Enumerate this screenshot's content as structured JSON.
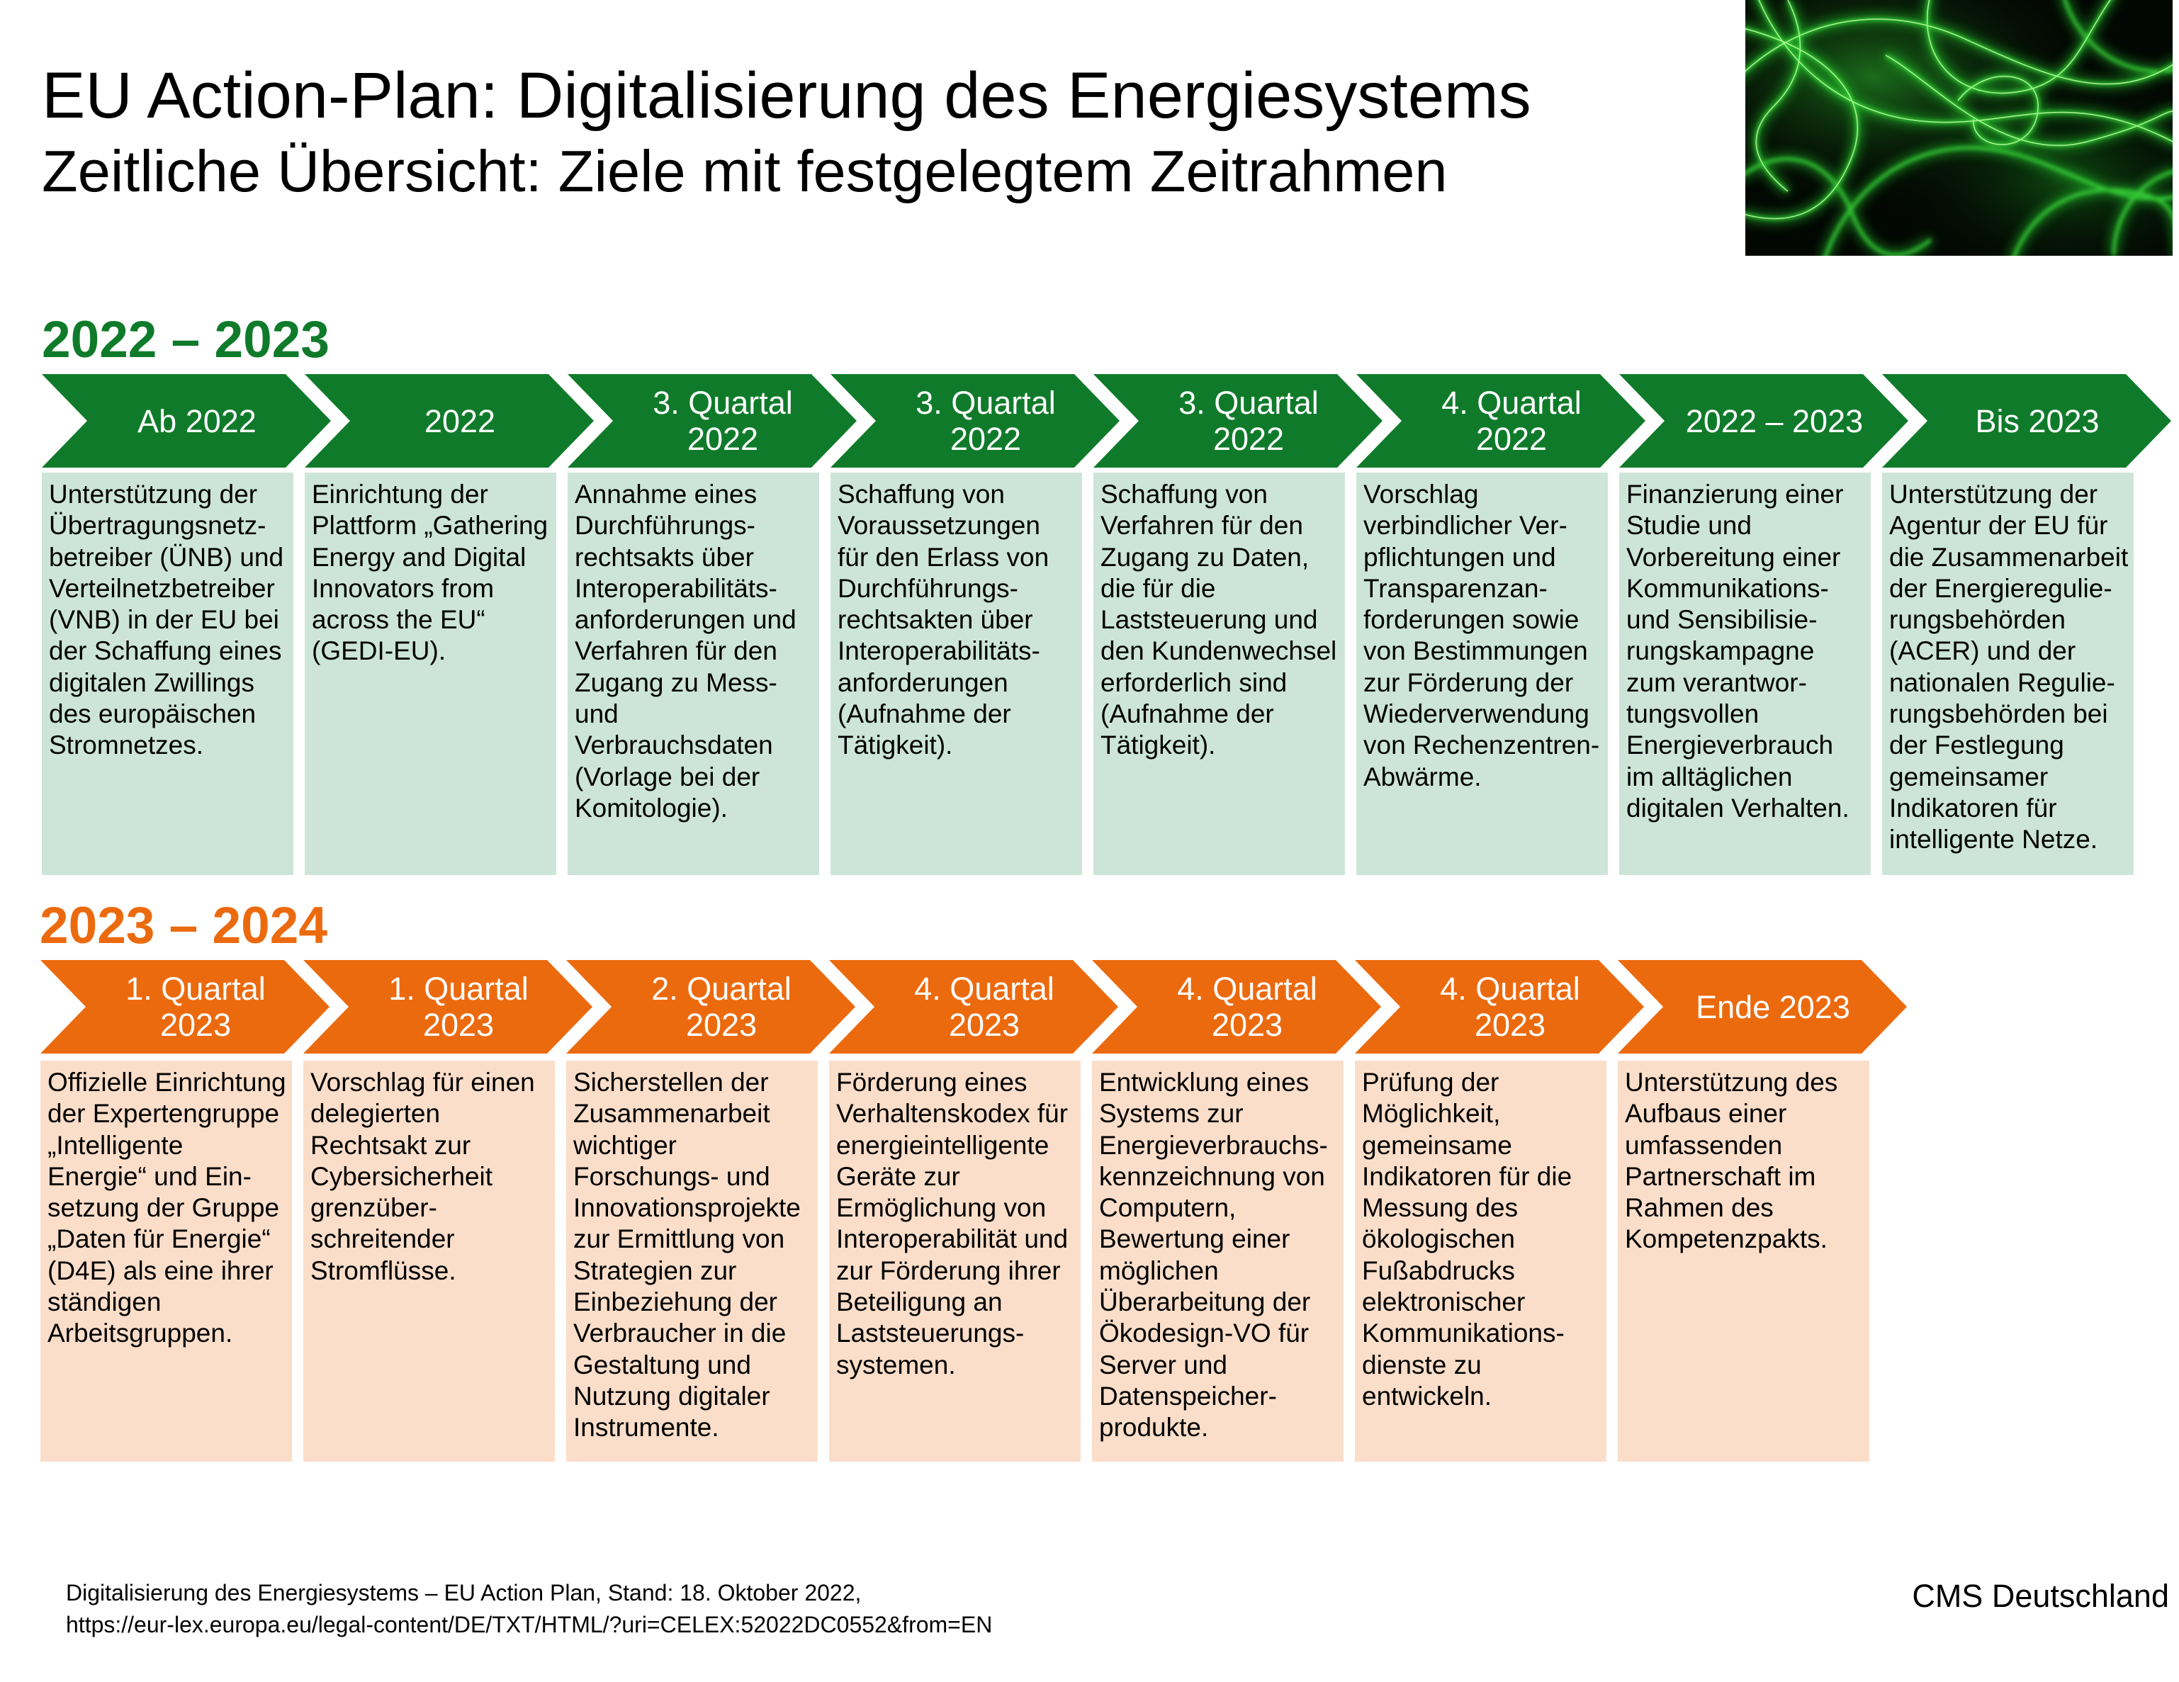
{
  "colors": {
    "green": "#0f7b2a",
    "green_light": "#cde5d9",
    "orange": "#ec6a0e",
    "orange_light": "#fbdec9"
  },
  "header": {
    "title": "EU Action-Plan: Digitalisierung des Energiesystems",
    "subtitle": "Zeitliche Übersicht: Ziele mit festgelegtem Zeitrahmen"
  },
  "timelines": [
    {
      "heading": "2022 – 2023",
      "items": [
        {
          "period": "Ab 2022",
          "text": "Unterstützung der\nÜbertragungsnetz-\nbetreiber (ÜNB) und\nVerteilnetzbetreiber\n(VNB) in der EU bei\nder Schaffung eines\ndigitalen Zwillings\ndes europäischen\nStromnetzes."
        },
        {
          "period": "2022",
          "text": "Einrichtung der\nPlattform „Gathering\nEnergy and Digital\nInnovators from\nacross the EU“\n(GEDI-EU)."
        },
        {
          "period": "3. Quartal\n2022",
          "text": "Annahme eines\nDurchführungs-\nrechtsakts über\nInteroperabilitäts-\nanforderungen und\nVerfahren für den\nZugang zu Mess-\nund\nVerbrauchsdaten\n(Vorlage bei der\nKomitologie)."
        },
        {
          "period": "3. Quartal\n2022",
          "text": "Schaffung von\nVoraussetzungen\nfür den Erlass von\nDurchführungs-\nrechtsakten über\nInteroperabilitäts-\nanforderungen\n(Aufnahme der\nTätigkeit)."
        },
        {
          "period": "3. Quartal\n2022",
          "text": "Schaffung von\nVerfahren für den\nZugang zu Daten,\ndie für die\nLaststeuerung und\nden Kundenwechsel\nerforderlich sind\n(Aufnahme der\nTätigkeit)."
        },
        {
          "period": "4. Quartal\n2022",
          "text": "Vorschlag\nverbindlicher Ver-\npflichtungen und\nTransparenzan-\nforderungen sowie\nvon Bestimmungen\nzur Förderung der\nWiederverwendung\nvon Rechenzentren-\nAbwärme."
        },
        {
          "period": "2022 – 2023",
          "text": "Finanzierung einer\nStudie und\nVorbereitung einer\nKommunikations-\nund Sensibilisie-\nrungskampagne\nzum verantwor-\ntungsvollen\nEnergieverbrauch\nim alltäglichen\ndigitalen Verhalten."
        },
        {
          "period": "Bis 2023",
          "text": "Unterstützung der\nAgentur der EU für\ndie Zusammenarbeit\nder Energieregulie-\nrungsbehörden\n(ACER) und der\nnationalen Regulie-\nrungsbehörden bei\nder Festlegung\ngemeinsamer\nIndikatoren für\nintelligente Netze."
        }
      ]
    },
    {
      "heading": "2023 – 2024",
      "items": [
        {
          "period": "1. Quartal\n2023",
          "text": "Offizielle Einrichtung\nder Expertengruppe\n„Intelligente\nEnergie“ und Ein-\nsetzung der Gruppe\n„Daten für Energie“\n(D4E) als eine ihrer\nständigen\nArbeitsgruppen."
        },
        {
          "period": "1. Quartal\n2023",
          "text": "Vorschlag für einen\ndelegierten\nRechtsakt zur\nCybersicherheit\ngrenzüber-\nschreitender\nStromflüsse."
        },
        {
          "period": "2. Quartal\n2023",
          "text": "Sicherstellen der\nZusammenarbeit\nwichtiger\nForschungs- und\nInnovationsprojekte\nzur Ermittlung von\nStrategien zur\nEinbeziehung der\nVerbraucher in die\nGestaltung und\nNutzung digitaler\nInstrumente."
        },
        {
          "period": "4. Quartal\n2023",
          "text": "Förderung eines\nVerhaltenskodex für\nenergieintelligente\nGeräte zur\nErmöglichung von\nInteroperabilität und\nzur Förderung ihrer\nBeteiligung an\nLaststeuerungs-\nsystemen."
        },
        {
          "period": "4. Quartal\n2023",
          "text": "Entwicklung eines\nSystems zur\nEnergieverbrauchs-\nkennzeichnung von\nComputern,\nBewertung einer\nmöglichen\nÜberarbeitung der\nÖkodesign-VO für\nServer und\nDatenspeicher-\nprodukte."
        },
        {
          "period": "4. Quartal\n2023",
          "text": "Prüfung der\nMöglichkeit,\ngemeinsame\nIndikatoren für die\nMessung des\nökologischen\nFußabdrucks\nelektronischer\nKommunikations-\ndienste zu\nentwickeln."
        },
        {
          "period": "Ende 2023",
          "text": "Unterstützung des\nAufbaus einer\numfassenden\nPartnerschaft im\nRahmen des\nKompetenzpakts."
        }
      ]
    }
  ],
  "footer": {
    "source_line_1": "Digitalisierung des Energiesystems – EU Action Plan, Stand: 18. Oktober 2022,",
    "source_line_2": "https://eur-lex.europa.eu/legal-content/DE/TXT/HTML/?uri=CELEX:52022DC0552&from=EN",
    "brand": "CMS Deutschland"
  }
}
